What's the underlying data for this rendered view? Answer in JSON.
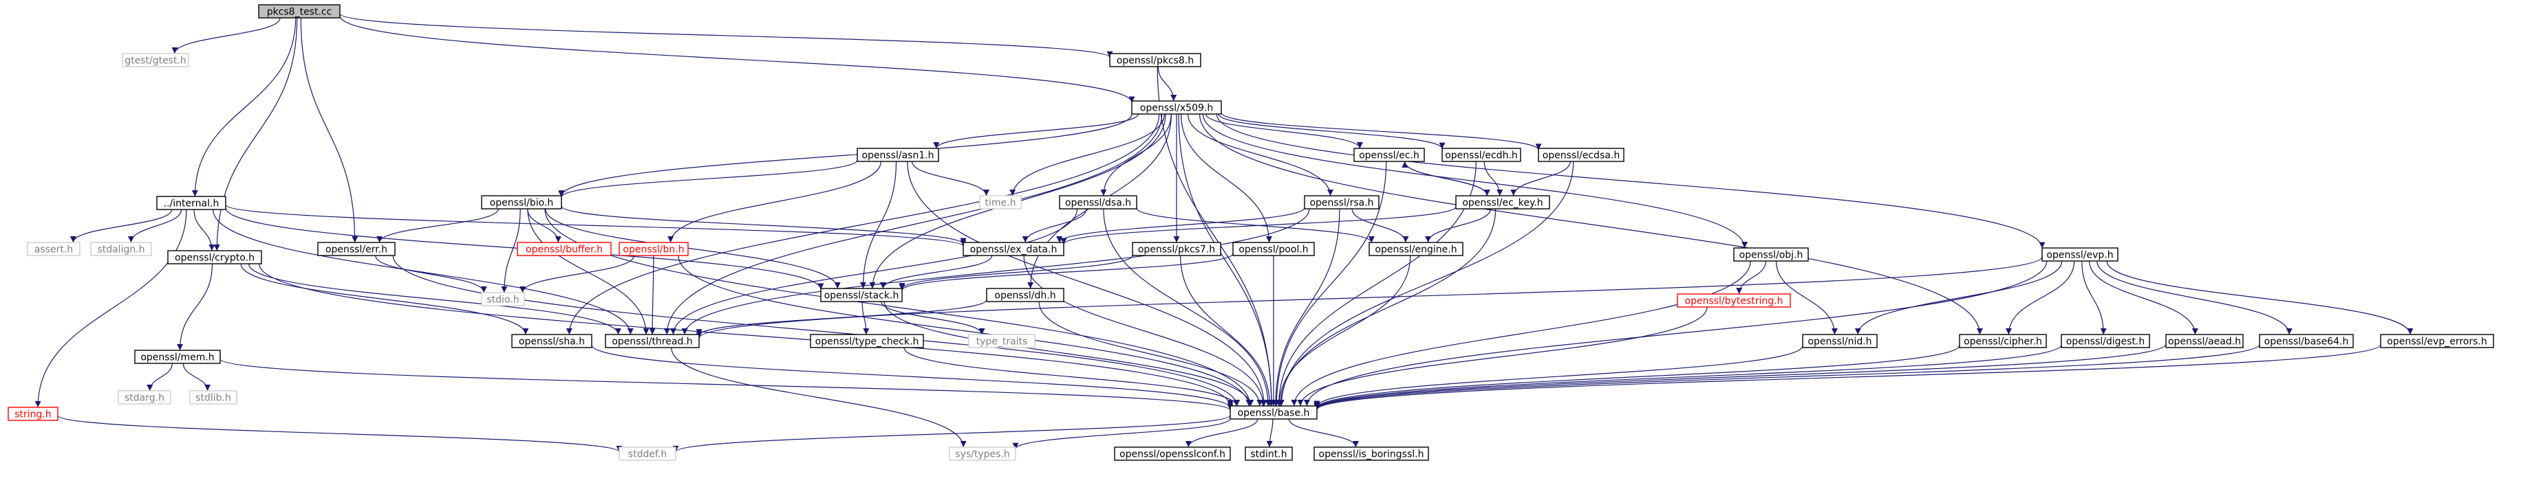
{
  "colors": {
    "edge": "#191970",
    "node_border": "#000000",
    "root_fill": "#bfbfbf",
    "external_border": "#cccccc",
    "external_text": "#7f7f7f",
    "truncated": "#ff0000"
  },
  "nodes": [
    {
      "id": "root",
      "label": "pkcs8_test.cc",
      "kind": "root"
    },
    {
      "id": "gtest",
      "label": "gtest/gtest.h",
      "kind": "external"
    },
    {
      "id": "internal",
      "label": "../internal.h",
      "kind": "normal"
    },
    {
      "id": "crypto",
      "label": "openssl/crypto.h",
      "kind": "normal"
    },
    {
      "id": "err",
      "label": "openssl/err.h",
      "kind": "normal"
    },
    {
      "id": "pkcs8",
      "label": "openssl/pkcs8.h",
      "kind": "normal"
    },
    {
      "id": "x509",
      "label": "openssl/x509.h",
      "kind": "normal"
    },
    {
      "id": "base",
      "label": "openssl/base.h",
      "kind": "normal"
    },
    {
      "id": "string",
      "label": "string.h",
      "kind": "truncated"
    },
    {
      "id": "assert",
      "label": "assert.h",
      "kind": "external"
    },
    {
      "id": "stdalign",
      "label": "stdalign.h",
      "kind": "external"
    },
    {
      "id": "mem",
      "label": "openssl/mem.h",
      "kind": "normal"
    },
    {
      "id": "stdarg",
      "label": "stdarg.h",
      "kind": "external"
    },
    {
      "id": "stdlib",
      "label": "stdlib.h",
      "kind": "external"
    },
    {
      "id": "thread",
      "label": "openssl/thread.h",
      "kind": "normal"
    },
    {
      "id": "stack",
      "label": "openssl/stack.h",
      "kind": "normal"
    },
    {
      "id": "exdata",
      "label": "openssl/ex_data.h",
      "kind": "normal"
    },
    {
      "id": "stdio",
      "label": "stdio.h",
      "kind": "external"
    },
    {
      "id": "bio",
      "label": "openssl/bio.h",
      "kind": "normal"
    },
    {
      "id": "buffer",
      "label": "openssl/buffer.h",
      "kind": "truncated"
    },
    {
      "id": "bn",
      "label": "openssl/bn.h",
      "kind": "truncated"
    },
    {
      "id": "asn1",
      "label": "openssl/asn1.h",
      "kind": "normal"
    },
    {
      "id": "time",
      "label": "time.h",
      "kind": "external"
    },
    {
      "id": "sha",
      "label": "openssl/sha.h",
      "kind": "normal"
    },
    {
      "id": "dsa",
      "label": "openssl/dsa.h",
      "kind": "normal"
    },
    {
      "id": "dh",
      "label": "openssl/dh.h",
      "kind": "normal"
    },
    {
      "id": "pkcs7",
      "label": "openssl/pkcs7.h",
      "kind": "normal"
    },
    {
      "id": "pool",
      "label": "openssl/pool.h",
      "kind": "normal"
    },
    {
      "id": "rsa",
      "label": "openssl/rsa.h",
      "kind": "normal"
    },
    {
      "id": "engine",
      "label": "openssl/engine.h",
      "kind": "normal"
    },
    {
      "id": "ec",
      "label": "openssl/ec.h",
      "kind": "normal"
    },
    {
      "id": "ecdh",
      "label": "openssl/ecdh.h",
      "kind": "normal"
    },
    {
      "id": "ecdsa",
      "label": "openssl/ecdsa.h",
      "kind": "normal"
    },
    {
      "id": "eckey",
      "label": "openssl/ec_key.h",
      "kind": "normal"
    },
    {
      "id": "obj",
      "label": "openssl/obj.h",
      "kind": "normal"
    },
    {
      "id": "bytestring",
      "label": "openssl/bytestring.h",
      "kind": "truncated"
    },
    {
      "id": "nid",
      "label": "openssl/nid.h",
      "kind": "normal"
    },
    {
      "id": "evp",
      "label": "openssl/evp.h",
      "kind": "normal"
    },
    {
      "id": "cipher",
      "label": "openssl/cipher.h",
      "kind": "normal"
    },
    {
      "id": "digest",
      "label": "openssl/digest.h",
      "kind": "normal"
    },
    {
      "id": "aead",
      "label": "openssl/aead.h",
      "kind": "normal"
    },
    {
      "id": "base64",
      "label": "openssl/base64.h",
      "kind": "normal"
    },
    {
      "id": "evperrors",
      "label": "openssl/evp_errors.h",
      "kind": "normal"
    },
    {
      "id": "typecheck",
      "label": "openssl/type_check.h",
      "kind": "normal"
    },
    {
      "id": "typetraits",
      "label": "type_traits",
      "kind": "external"
    },
    {
      "id": "stddef",
      "label": "stddef.h",
      "kind": "external"
    },
    {
      "id": "systypes",
      "label": "sys/types.h",
      "kind": "external"
    },
    {
      "id": "opensslconf",
      "label": "openssl/opensslconf.h",
      "kind": "normal"
    },
    {
      "id": "stdint",
      "label": "stdint.h",
      "kind": "normal"
    },
    {
      "id": "isboringssl",
      "label": "openssl/is_boringssl.h",
      "kind": "normal"
    }
  ],
  "edges": [
    [
      "root",
      "gtest"
    ],
    [
      "root",
      "internal"
    ],
    [
      "root",
      "crypto"
    ],
    [
      "root",
      "err"
    ],
    [
      "root",
      "pkcs8"
    ],
    [
      "root",
      "x509"
    ],
    [
      "pkcs8",
      "x509"
    ],
    [
      "pkcs8",
      "base"
    ],
    [
      "internal",
      "string"
    ],
    [
      "internal",
      "assert"
    ],
    [
      "internal",
      "stdalign"
    ],
    [
      "internal",
      "crypto"
    ],
    [
      "internal",
      "thread"
    ],
    [
      "internal",
      "stack"
    ],
    [
      "internal",
      "exdata"
    ],
    [
      "crypto",
      "mem"
    ],
    [
      "crypto",
      "thread"
    ],
    [
      "crypto",
      "sha"
    ],
    [
      "crypto",
      "base"
    ],
    [
      "mem",
      "stdarg"
    ],
    [
      "mem",
      "stdlib"
    ],
    [
      "mem",
      "base"
    ],
    [
      "err",
      "stdio"
    ],
    [
      "err",
      "base"
    ],
    [
      "string",
      "stddef"
    ],
    [
      "x509",
      "bio"
    ],
    [
      "x509",
      "asn1"
    ],
    [
      "x509",
      "time"
    ],
    [
      "x509",
      "sha"
    ],
    [
      "x509",
      "stack"
    ],
    [
      "x509",
      "thread"
    ],
    [
      "x509",
      "dsa"
    ],
    [
      "x509",
      "dh"
    ],
    [
      "x509",
      "pkcs7"
    ],
    [
      "x509",
      "pool"
    ],
    [
      "x509",
      "rsa"
    ],
    [
      "x509",
      "ec"
    ],
    [
      "x509",
      "ecdh"
    ],
    [
      "x509",
      "ecdsa"
    ],
    [
      "x509",
      "obj"
    ],
    [
      "x509",
      "cipher"
    ],
    [
      "x509",
      "evp"
    ],
    [
      "x509",
      "base"
    ],
    [
      "asn1",
      "bio"
    ],
    [
      "asn1",
      "time"
    ],
    [
      "asn1",
      "bn"
    ],
    [
      "asn1",
      "stack"
    ],
    [
      "asn1",
      "base"
    ],
    [
      "bio",
      "err"
    ],
    [
      "bio",
      "buffer"
    ],
    [
      "bio",
      "stdio"
    ],
    [
      "bio",
      "exdata"
    ],
    [
      "bio",
      "stack"
    ],
    [
      "bio",
      "thread"
    ],
    [
      "bio",
      "base"
    ],
    [
      "bn",
      "stdio"
    ],
    [
      "bn",
      "thread"
    ],
    [
      "bn",
      "base"
    ],
    [
      "dsa",
      "exdata"
    ],
    [
      "dsa",
      "engine"
    ],
    [
      "dsa",
      "thread"
    ],
    [
      "dsa",
      "base"
    ],
    [
      "rsa",
      "exdata"
    ],
    [
      "rsa",
      "engine"
    ],
    [
      "rsa",
      "thread"
    ],
    [
      "rsa",
      "base"
    ],
    [
      "ec",
      "eckey"
    ],
    [
      "ec",
      "base"
    ],
    [
      "ecdh",
      "eckey"
    ],
    [
      "ecdh",
      "base"
    ],
    [
      "ecdsa",
      "eckey"
    ],
    [
      "ecdsa",
      "base"
    ],
    [
      "eckey",
      "ec"
    ],
    [
      "eckey",
      "exdata"
    ],
    [
      "eckey",
      "engine"
    ],
    [
      "eckey",
      "base"
    ],
    [
      "exdata",
      "stack"
    ],
    [
      "exdata",
      "base"
    ],
    [
      "pkcs7",
      "stack"
    ],
    [
      "pkcs7",
      "base"
    ],
    [
      "pool",
      "stack"
    ],
    [
      "pool",
      "base"
    ],
    [
      "engine",
      "base"
    ],
    [
      "stack",
      "typecheck"
    ],
    [
      "stack",
      "typetraits"
    ],
    [
      "stack",
      "base"
    ],
    [
      "typecheck",
      "base"
    ],
    [
      "dh",
      "thread"
    ],
    [
      "dh",
      "base"
    ],
    [
      "thread",
      "systypes"
    ],
    [
      "sha",
      "base"
    ],
    [
      "obj",
      "bytestring"
    ],
    [
      "obj",
      "nid"
    ],
    [
      "obj",
      "base"
    ],
    [
      "bytestring",
      "base"
    ],
    [
      "evp",
      "thread"
    ],
    [
      "evp",
      "nid"
    ],
    [
      "evp",
      "cipher"
    ],
    [
      "evp",
      "digest"
    ],
    [
      "evp",
      "aead"
    ],
    [
      "evp",
      "base64"
    ],
    [
      "evp",
      "evperrors"
    ],
    [
      "evp",
      "base"
    ],
    [
      "nid",
      "base"
    ],
    [
      "cipher",
      "base"
    ],
    [
      "digest",
      "base"
    ],
    [
      "aead",
      "base"
    ],
    [
      "base64",
      "base"
    ],
    [
      "evperrors",
      "base"
    ],
    [
      "base",
      "stddef"
    ],
    [
      "base",
      "systypes"
    ],
    [
      "base",
      "opensslconf"
    ],
    [
      "base",
      "stdint"
    ],
    [
      "base",
      "isboringssl"
    ]
  ]
}
